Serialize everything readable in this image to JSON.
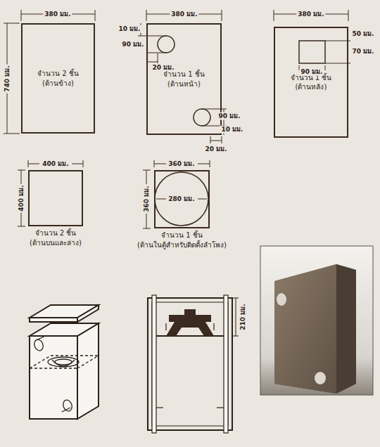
{
  "diagram": {
    "nodes": [
      {
        "text": [
          "จำนวน 2 ชิ้น",
          "(ด้านข้าง)"
        ]
      },
      {
        "text": [
          "จำนวน 1 ชิ้น",
          "(ด้านหน้า)"
        ]
      },
      {
        "text": [
          "จำนวน 1 ชิ้น",
          "(ด้านหลัง)"
        ]
      },
      {
        "text": [
          "จำนวน 2 ชิ้น",
          "(ด้านบนและล่าง)"
        ]
      },
      {
        "text": [
          "จำนวน 1 ชิ้น",
          "(ด้านในตู้สำหรับติดตั้งลำโพง)"
        ]
      }
    ],
    "labels": [
      "380 มม.",
      "740 มม.",
      "380 มม.",
      "10 มม.",
      "90 มม.",
      "20 มม.",
      "90 มม.",
      "10 มม.",
      "20 มม.",
      "380 มม.",
      "50 มม.",
      "70 มม.",
      "90 มม.",
      "400 มม.",
      "400 มม.",
      "360 มม.",
      "280 มม.",
      "360 มม.",
      "210 มม."
    ]
  }
}
